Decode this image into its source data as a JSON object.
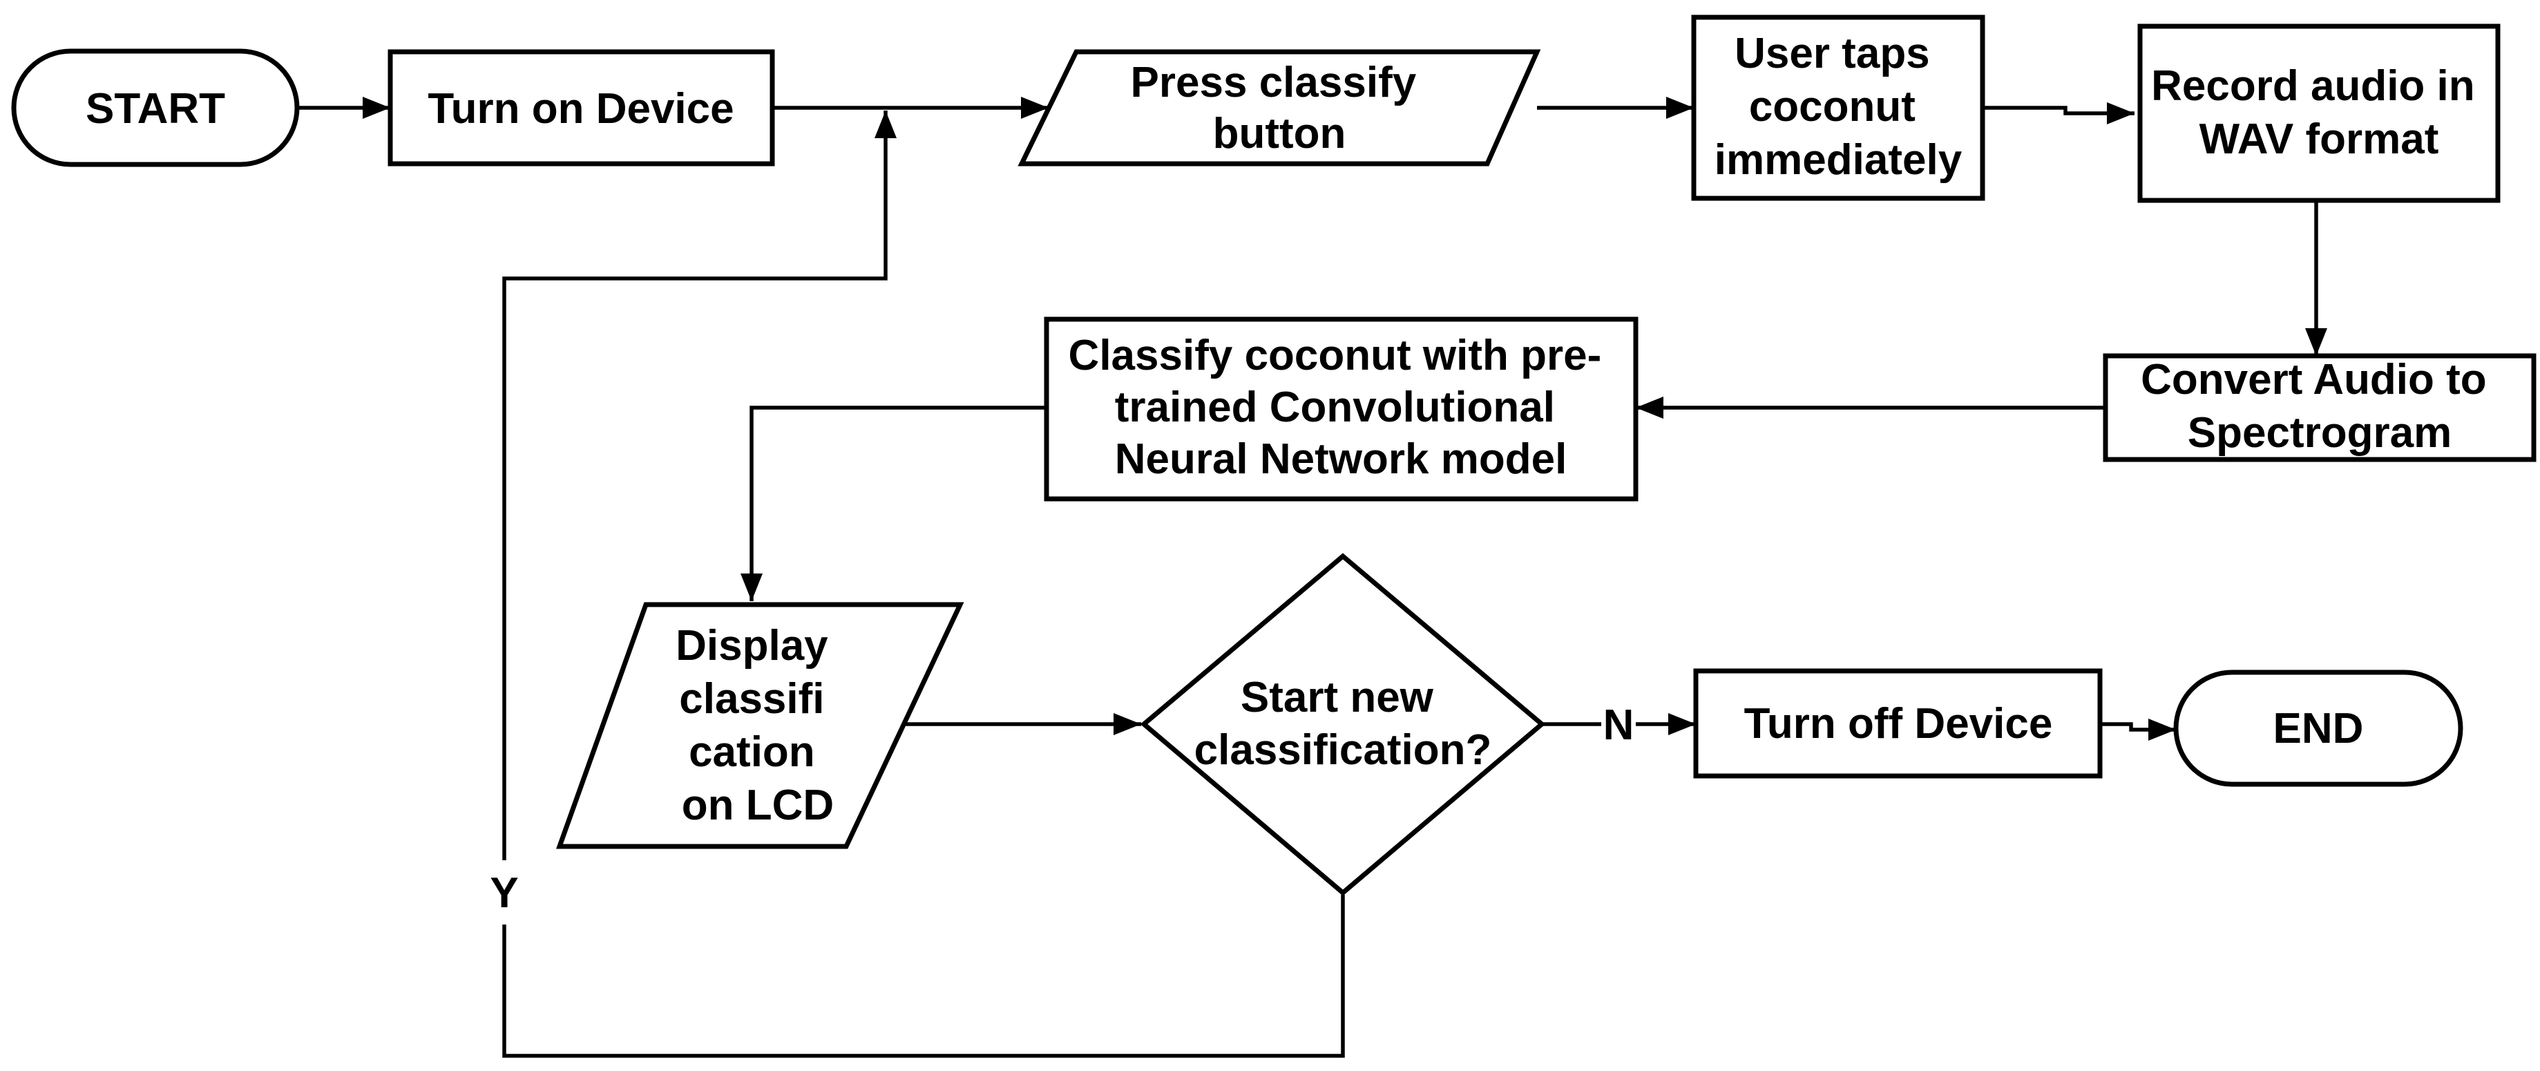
{
  "nodes": {
    "start": {
      "type": "terminator",
      "lines": [
        "START"
      ]
    },
    "turn_on": {
      "type": "process",
      "lines": [
        "Turn on Device"
      ]
    },
    "press_classify": {
      "type": "input-output",
      "lines": [
        "Press classify",
        "button"
      ]
    },
    "user_taps": {
      "type": "process",
      "lines": [
        "User taps",
        "coconut",
        "immediately"
      ]
    },
    "record_audio": {
      "type": "process",
      "lines": [
        "Record audio in",
        "WAV format"
      ]
    },
    "convert_audio": {
      "type": "process",
      "lines": [
        "Convert Audio to",
        "Spectrogram"
      ]
    },
    "classify_cnn": {
      "type": "process",
      "lines": [
        "Classify coconut with pre-",
        "trained Convolutional",
        "Neural Network model"
      ]
    },
    "display_lcd": {
      "type": "input-output",
      "lines": [
        "Display",
        "classifi",
        "cation",
        "on LCD"
      ]
    },
    "decision": {
      "type": "decision",
      "lines": [
        "Start new",
        "classification?"
      ]
    },
    "turn_off": {
      "type": "process",
      "lines": [
        "Turn off Device"
      ]
    },
    "end": {
      "type": "terminator",
      "lines": [
        "END"
      ]
    }
  },
  "edges": {
    "no_label": "N",
    "yes_label": "Y"
  }
}
